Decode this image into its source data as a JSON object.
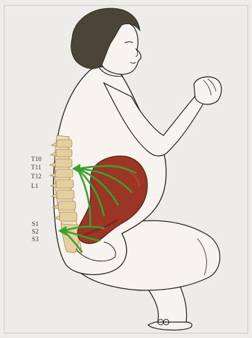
{
  "labels": {
    "t10": "T10",
    "t11": "T11",
    "t12": "T12",
    "l1": "L1",
    "s1": "S1",
    "s2": "S2",
    "s3": "S3"
  },
  "colors": {
    "background": "#eeece8",
    "outline": "#1c1c1c",
    "hair": "#4a4536",
    "skin": "#f7f4ef",
    "organ": "#9b3526",
    "organ_shadow": "#6e2016",
    "nerve": "#3aa12e",
    "vertebra": "#e4cfa0",
    "vertebra_edge": "#a88a52"
  }
}
